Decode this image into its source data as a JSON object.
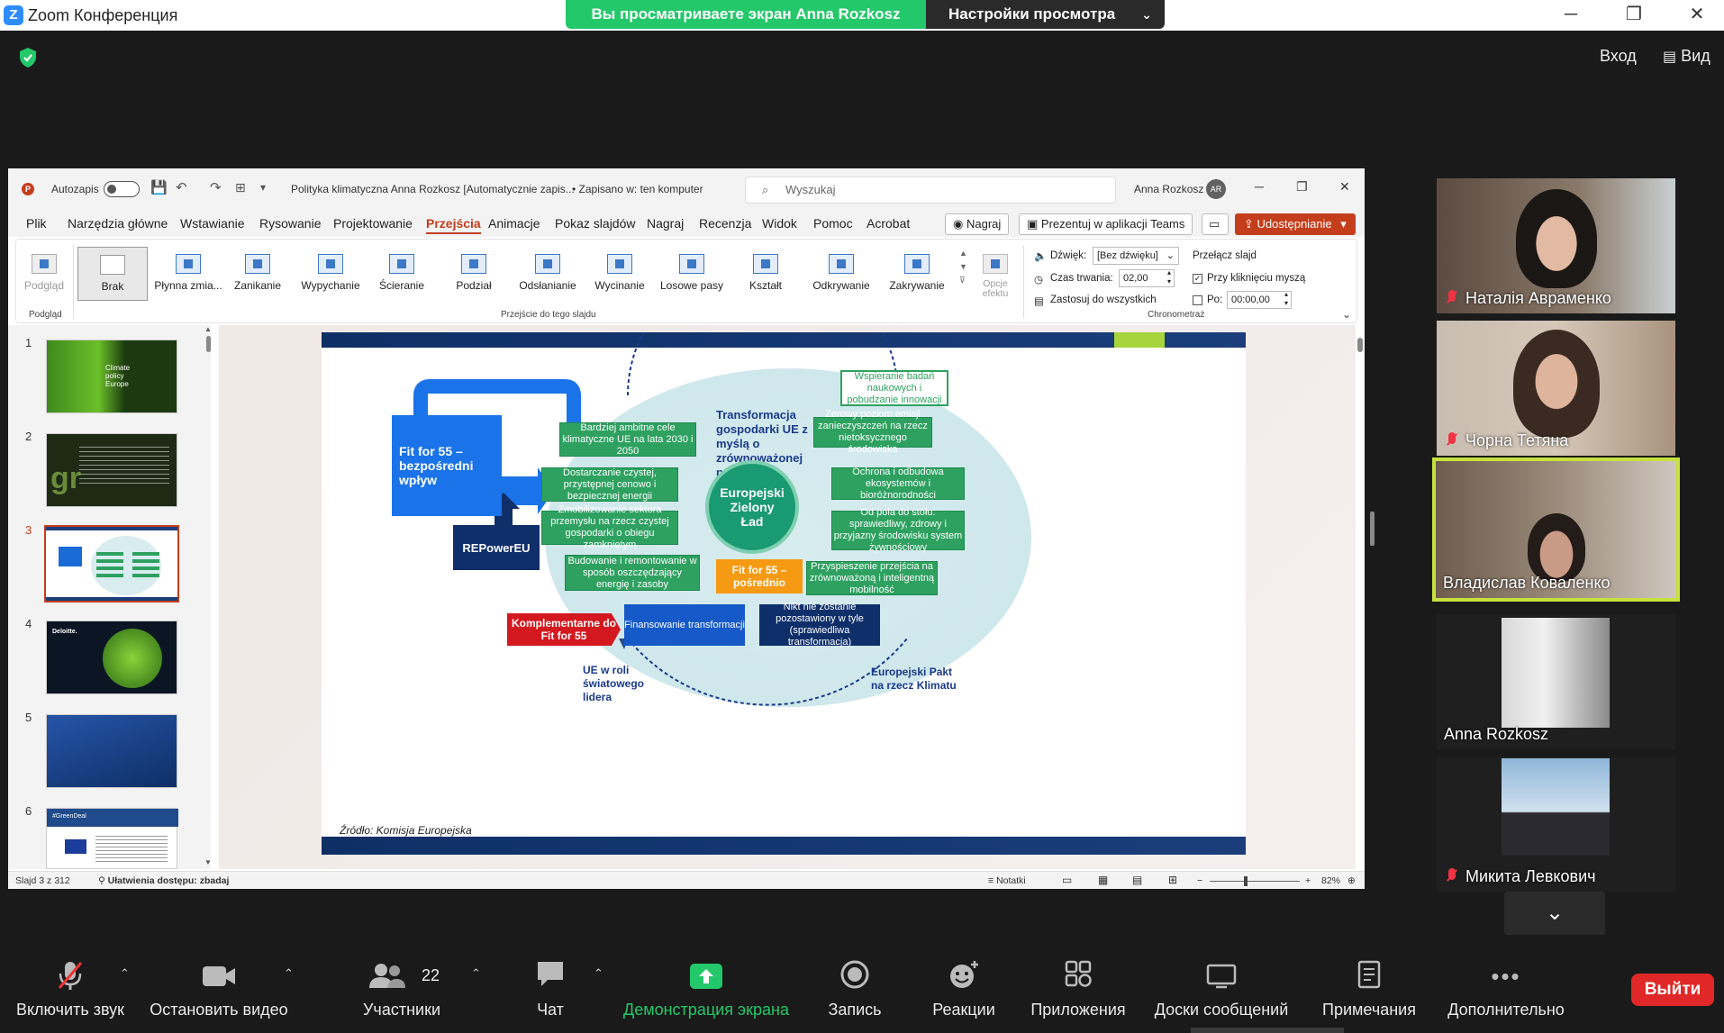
{
  "zoom": {
    "app_title": "Zoom Конференция",
    "share_banner": "Вы просматриваете экран Anna Rozkosz",
    "view_options": "Настройки просмотра",
    "enter_label": "Вход",
    "view_label": "Вид"
  },
  "ppt": {
    "autosave_label": "Autozapis",
    "doc_title": "Polityka klimatyczna Anna Rozkosz [Automatycznie zapis...",
    "saved_status": "• Zapisano w: ten komputer",
    "search_placeholder": "Wyszukaj",
    "user_name": "Anna Rozkosz",
    "user_initials": "AR",
    "menu": [
      "Plik",
      "Narzędzia główne",
      "Wstawianie",
      "Rysowanie",
      "Projektowanie",
      "Przejścia",
      "Animacje",
      "Pokaz slajdów",
      "Nagraj",
      "Recenzja",
      "Widok",
      "Pomoc",
      "Acrobat"
    ],
    "record_btn": "Nagraj",
    "teams_btn": "Prezentuj w aplikacji Teams",
    "share_btn": "Udostępnianie",
    "ribbon": {
      "preview": "Podgląd",
      "preview_group": "Podgląd",
      "transitions": [
        "Brak",
        "Płynna zmia...",
        "Zanikanie",
        "Wypychanie",
        "Ścieranie",
        "Podział",
        "Odsłanianie",
        "Wycinanie",
        "Losowe pasy",
        "Kształt",
        "Odkrywanie",
        "Zakrywanie"
      ],
      "effect_options": "Opcje efektu",
      "group_transitions": "Przejście do tego slajdu",
      "sound_label": "Dźwięk:",
      "sound_value": "[Bez dźwięku]",
      "duration_label": "Czas trwania:",
      "duration_value": "02,00",
      "apply_all": "Zastosuj do wszystkich",
      "advance_label": "Przełącz slajd",
      "on_click": "Przy kliknięciu myszą",
      "after_label": "Po:",
      "after_value": "00:00,00",
      "group_timing": "Chronometraż"
    },
    "thumbs": [
      {
        "num": "1",
        "text": "Climate policy Europe"
      },
      {
        "num": "2",
        "text": ""
      },
      {
        "num": "3",
        "text": ""
      },
      {
        "num": "4",
        "text": "Deloitte."
      },
      {
        "num": "5",
        "text": ""
      },
      {
        "num": "6",
        "text": "#GreenDeal"
      }
    ],
    "slide": {
      "fit55_direct": "Fit for 55 – bezpośredni wpływ",
      "repower": "REPowerEU",
      "ambitious": "Bardziej ambitne cele klimatyczne UE na lata 2030 i 2050",
      "clean_energy": "Dostarczanie czystej, przystępnej cenowo i bezpiecznej energii",
      "industry": "Zmobilizowanie sektora przemysłu na rzecz czystej gospodarki o obiegu zamkniętym",
      "building": "Budowanie i remontowanie w sposób oszczędzający energię i zasoby",
      "transformation": "Transformacja gospodarki UE z myślą o zrównoważonej przyszłości",
      "green_deal": "Europejski Zielony Ład",
      "fit55_indirect": "Fit for 55 – pośrednio",
      "research": "Wspieranie badań naukowych i pobudzanie innowacji",
      "zero_pollution": "Zerowy poziom emisji zanieczyszczeń na rzecz nietoksycznego środowiska",
      "ecosystems": "Ochrona i odbudowa ekosystemów i bioróżnorodności",
      "farm_fork": "Od pola do stołu: sprawiedliwy, zdrowy i przyjazny środowisku system żywnościowy",
      "mobility": "Przyspieszenie przejścia na zrównoważoną i inteligentną mobilność",
      "complementary": "Komplementarne do Fit for 55",
      "financing": "Finansowanie transformacji",
      "no_one_behind": "Nikt nie zostanie pozostawiony w tyle (sprawiedliwa transformacja)",
      "world_leader": "UE w roli światowego lidera",
      "climate_pact": "Europejski Pakt na rzecz Klimatu",
      "source": "Źródło: Komisja Europejska"
    },
    "status": {
      "slide_info": "Slajd 3 z 312",
      "accessibility": "Ułatwienia dostępu: zbadaj",
      "notes": "Notatki",
      "zoom": "82%"
    }
  },
  "participants": [
    {
      "name": "Наталія Авраменко",
      "muted": true
    },
    {
      "name": "Чорна Тетяна",
      "muted": true
    },
    {
      "name": "Владислав Коваленко",
      "muted": false
    },
    {
      "name": "Anna Rozkosz",
      "muted": false
    },
    {
      "name": "Микита Левкович",
      "muted": true
    }
  ],
  "toolbar": {
    "unmute": "Включить звук",
    "stop_video": "Остановить видео",
    "participants": "Участники",
    "participants_count": "22",
    "chat": "Чат",
    "share": "Демонстрация экрана",
    "record": "Запись",
    "reactions": "Реакции",
    "apps": "Приложения",
    "boards": "Доски сообщений",
    "notes": "Примечания",
    "more": "Дополнительно",
    "leave": "Выйти"
  },
  "colors": {
    "zoom_green": "#23c86a",
    "ppt_accent": "#c43e1c",
    "active_speaker": "#c6e03d",
    "leave_red": "#e02828"
  }
}
